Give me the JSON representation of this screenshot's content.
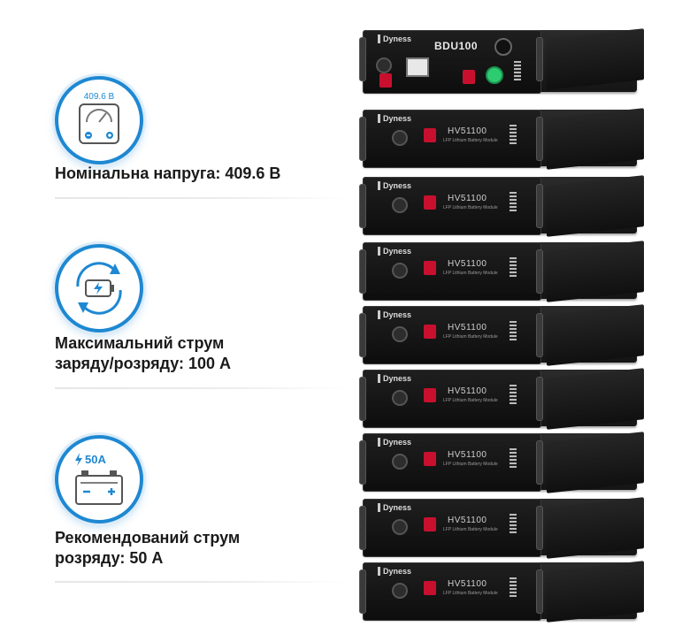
{
  "features": [
    {
      "icon": "voltmeter-icon",
      "badge": "409.6 В",
      "text_lines": [
        "Номінальна напруга: 409.6 В"
      ]
    },
    {
      "icon": "battery-cycle-icon",
      "badge": "",
      "text_lines": [
        "Максимальний струм",
        "заряду/розряду: 100 А"
      ]
    },
    {
      "icon": "battery-current-icon",
      "badge": "50A",
      "text_lines": [
        "Рекомендований струм",
        "розряду: 50 А"
      ]
    }
  ],
  "product": {
    "control_unit_label": "BDU100",
    "module_label": "HV51100",
    "module_sublabel": "LFP Lithium Battery Module",
    "brand": "Dyness",
    "module_count": 8
  },
  "colors": {
    "accent": "#1e88d2",
    "text": "#1a1a1a",
    "terminal_red": "#c8102e",
    "indicator_green": "#2ecc71"
  }
}
